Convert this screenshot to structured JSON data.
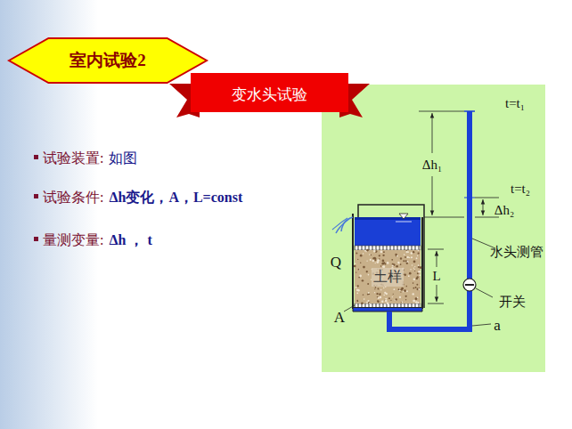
{
  "diagram": {
    "nodes": [
      {
        "text": [
          "室内试验2"
        ]
      },
      {
        "text": [
          "变水头试验"
        ]
      },
      {
        "text": [
          "土样"
        ]
      }
    ],
    "edges": [],
    "labels": [
      "试验装置:",
      "如图",
      "试验条件:",
      "Δh变化，A，L=const",
      "量测变量:",
      "Δh ， t",
      "t=t₁",
      "Δh₁",
      "t=t₂",
      "Δh₂",
      "水头测管",
      "Q",
      "L",
      "开关",
      "A",
      "a"
    ]
  }
}
